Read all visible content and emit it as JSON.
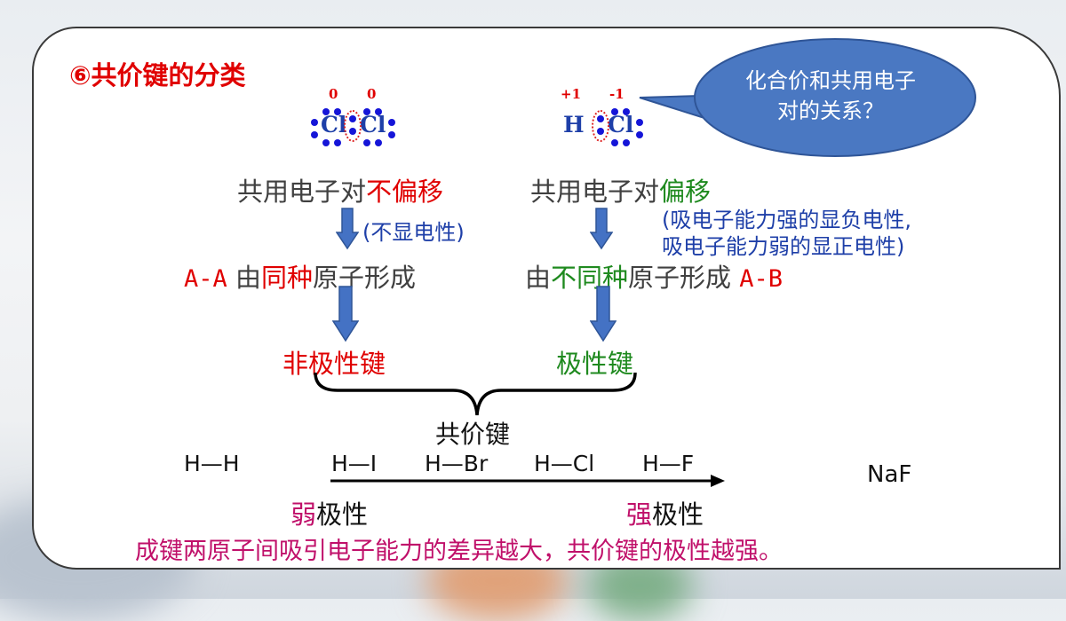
{
  "title": "⑥共价键的分类",
  "bubble": {
    "text": "化合价和共用电子对的关系？"
  },
  "cl2": {
    "ox_left": "0",
    "ox_right": "0",
    "atom_left": "Cl",
    "atom_right": "Cl"
  },
  "hcl": {
    "ox_left": "+1",
    "ox_right": "-1",
    "atom_left": "H",
    "atom_right": "Cl"
  },
  "left": {
    "line1_a": "共用电子对",
    "line1_b": "不偏移",
    "note": "(不显电性)",
    "line2_a": "A-A",
    "line2_b": " 由",
    "line2_c": "同种",
    "line2_d": "原子形成",
    "result": "非极性键"
  },
  "right": {
    "line1_a": "共用电子对",
    "line1_b": "偏移",
    "note1": "(吸电子能力强的显负电性,",
    "note2": "吸电子能力弱的显正电性)",
    "line2_a": "由",
    "line2_b": "不同种",
    "line2_c": "原子形成 ",
    "line2_d": "A-B",
    "result": "极性键"
  },
  "covalent_label": "共价键",
  "scale": {
    "hh": "H—H",
    "items": [
      "H—I",
      "H—Br",
      "H—Cl",
      "H—F"
    ],
    "naf": "NaF",
    "weak_a": "弱",
    "weak_b": "极性",
    "strong_a": "强",
    "strong_b": "极性"
  },
  "conclusion": "成键两原子间吸引电子能力的差异越大，共价键的极性越强。",
  "colors": {
    "red": "#e00000",
    "green": "#1f8a1f",
    "blue": "#1e3fa8",
    "arrow_fill": "#4472c4",
    "bubble_fill": "#4a78c2",
    "magenta": "#c0106a"
  }
}
